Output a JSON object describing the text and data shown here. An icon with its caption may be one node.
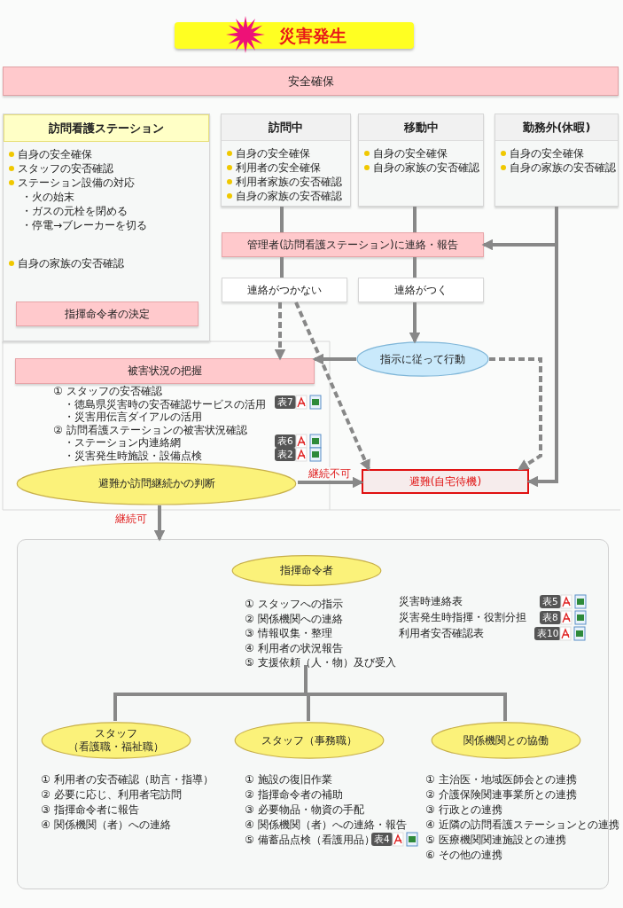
{
  "diagram": {
    "nodes": [
      {
        "text": [
          "災害発生"
        ]
      },
      {
        "text": [
          "安全確保"
        ]
      },
      {
        "text": [
          "訪問看護ステーション",
          "自身の安全確保",
          "スタッフの安否確認",
          "ステーション設備の対応",
          "・火の始末",
          "・ガスの元栓を閉める",
          "・停電→ブレーカーを切る",
          "自身の家族の安否確認"
        ]
      },
      {
        "text": [
          "指揮命令者の決定"
        ],
        "in": 2
      },
      {
        "text": [
          "訪問中",
          "自身の安全確保",
          "利用者の安全確保",
          "利用者家族の安否確認",
          "自身の家族の安否確認"
        ]
      },
      {
        "text": [
          "移動中",
          "自身の安全確保",
          "自身の家族の安否確認"
        ]
      },
      {
        "text": [
          "勤務外(休暇)",
          "自身の安全確保",
          "自身の家族の安否確認"
        ]
      },
      {
        "text": [
          "管理者(訪問看護ステーション)に連絡・報告"
        ]
      },
      {
        "text": [
          "連絡がつかない"
        ]
      },
      {
        "text": [
          "連絡がつく"
        ]
      },
      {
        "text": [
          "指示に従って行動"
        ]
      },
      {
        "text": [
          "被害状況の把握"
        ],
        "beside": [
          "① スタッフの安否確認",
          "・徳島県災害時の安否確認サービスの活用",
          "・災害用伝言ダイアルの活用",
          "② 訪問看護ステーションの被害状況確認",
          "・ステーション内連絡網",
          "・災害発生時施設・設備点検"
        ]
      },
      {
        "text": [
          "避難か訪問継続かの判断"
        ]
      },
      {
        "text": [
          "避難(自宅待機)"
        ]
      },
      {
        "text": [],
        "shape": "box"
      },
      {
        "text": [
          "指揮命令者"
        ],
        "in": 14,
        "beside": [
          "① スタッフへの指示",
          "② 関係機関への連絡",
          "③ 情報収集・整理",
          "④ 利用者の状況報告",
          "⑤ 支援依頼（人・物）及び受入"
        ]
      },
      {
        "text": [
          "スタッフ",
          "（看護職・福祉職）"
        ],
        "in": 14,
        "beside": [
          "① 利用者の安否確認（助言・指導）",
          "② 必要に応じ、利用者宅訪問",
          "③ 指揮命令者に報告",
          "④ 関係機関（者）への連絡"
        ]
      },
      {
        "text": [
          "スタッフ（事務職）"
        ],
        "in": 14,
        "beside": [
          "① 施設の復旧作業",
          "② 指揮命令者の補助",
          "③ 必要物品・物資の手配",
          "④ 関係機関（者）への連絡・報告",
          "⑤ 備蓄品点検（看護用品）"
        ]
      },
      {
        "text": [
          "関係機関との協働"
        ],
        "in": 14,
        "beside": [
          "① 主治医・地域医師会との連携",
          "② 介護保険関連事業所との連携",
          "③ 行政との連携",
          "④ 近隣の訪問看護ステーションとの連携",
          "⑤ 医療機関関連施設との連携",
          "⑥ その他の連携"
        ]
      }
    ],
    "edges": [
      {
        "from": 4,
        "to": 7,
        "arrow": "none"
      },
      {
        "from": 5,
        "to": 7,
        "arrow": "none"
      },
      {
        "from": 6,
        "to": 7,
        "arrow": "to"
      },
      {
        "from": 6,
        "to": 13,
        "arrow": "to"
      },
      {
        "from": 7,
        "to": 8,
        "arrow": "none"
      },
      {
        "from": 7,
        "to": 9,
        "arrow": "none"
      },
      {
        "from": 8,
        "to": 11,
        "arrow": "to",
        "style": "dashed"
      },
      {
        "from": 8,
        "to": 13,
        "arrow": "to",
        "style": "dashed"
      },
      {
        "from": 9,
        "to": 10,
        "arrow": "to"
      },
      {
        "from": 10,
        "to": 11,
        "arrow": "to"
      },
      {
        "from": 10,
        "to": 13,
        "arrow": "to",
        "style": "dashed"
      },
      {
        "from": 12,
        "to": 13,
        "arrow": "to",
        "label": "継続不可"
      },
      {
        "from": 12,
        "to": 14,
        "arrow": "to",
        "label": "継続可"
      },
      {
        "from": 15,
        "to": 16,
        "arrow": "none"
      },
      {
        "from": 15,
        "to": 17,
        "arrow": "none"
      },
      {
        "from": 15,
        "to": 18,
        "arrow": "none"
      }
    ],
    "labels": [
      "表7",
      "表6",
      "表2",
      "災害時連絡表",
      "表5",
      "災害発生時指揮・役割分担",
      "表8",
      "利用者安否確認表",
      "表10",
      "表4"
    ]
  }
}
